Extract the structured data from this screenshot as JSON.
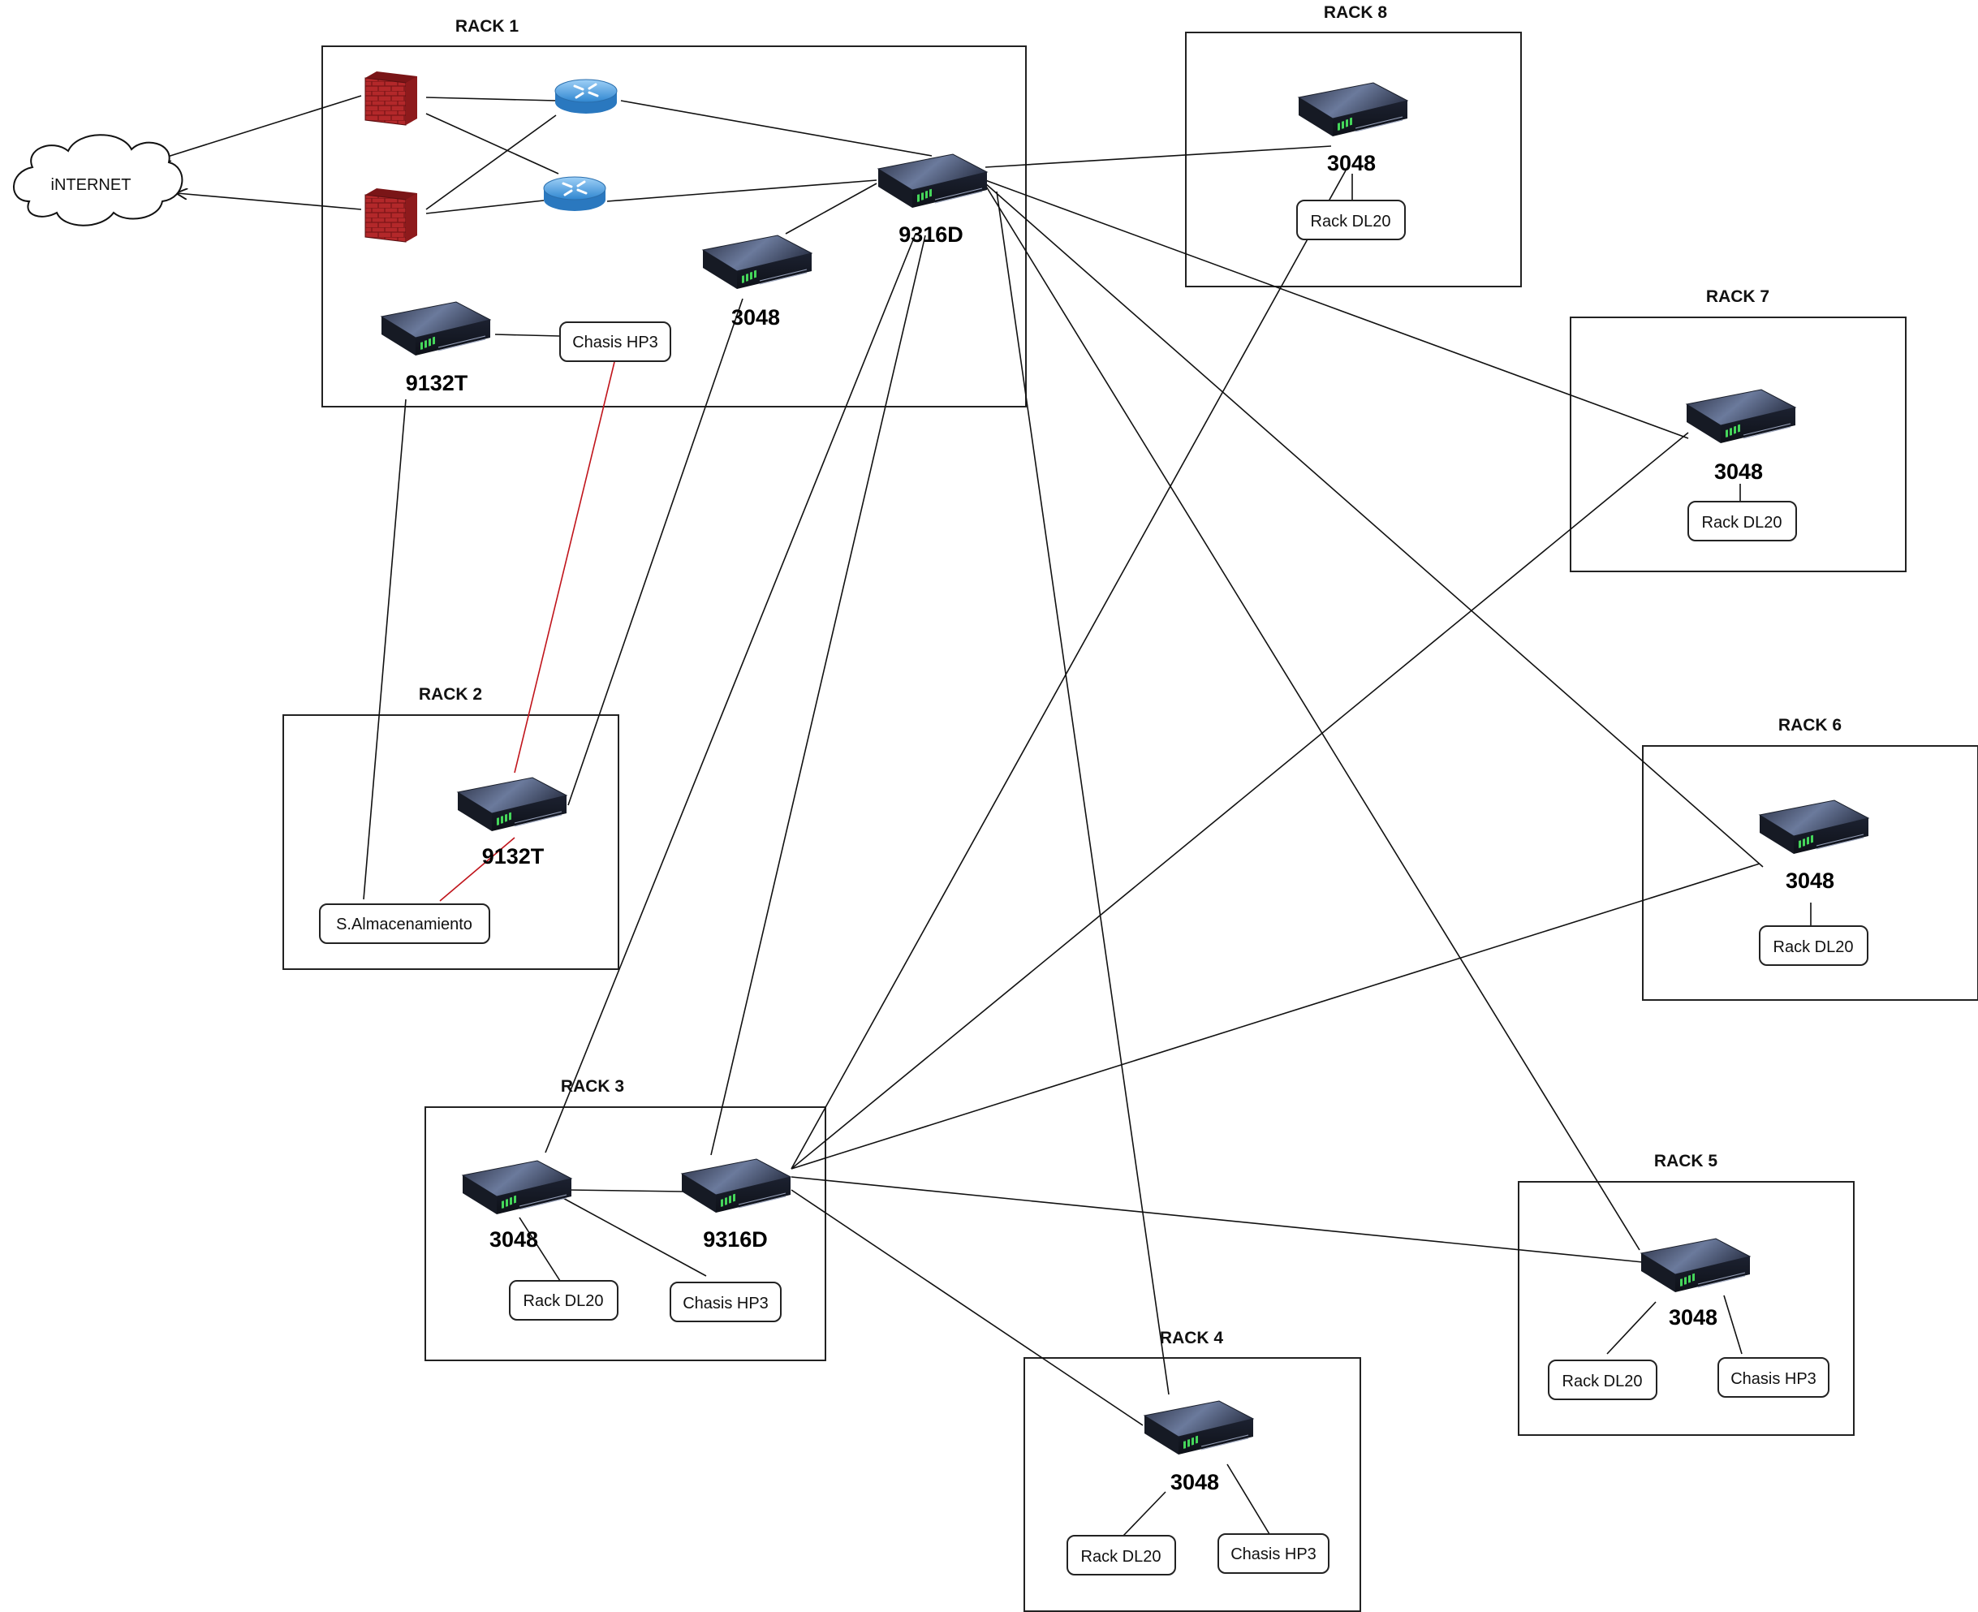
{
  "colors": {
    "link": "#111111",
    "storage_link": "#c0141b",
    "firewall": "#b3282a",
    "router": "#4aa3e6",
    "switch_body": "#3a4560",
    "switch_ports": "#45d65a"
  },
  "internet": {
    "label": "iNTERNET",
    "icon": "cloud-icon"
  },
  "racks": [
    {
      "id": "rack1",
      "title": "RACK 1"
    },
    {
      "id": "rack2",
      "title": "RACK 2"
    },
    {
      "id": "rack3",
      "title": "RACK 3"
    },
    {
      "id": "rack4",
      "title": "RACK 4"
    },
    {
      "id": "rack5",
      "title": "RACK 5"
    },
    {
      "id": "rack6",
      "title": "RACK 6"
    },
    {
      "id": "rack7",
      "title": "RACK 7"
    },
    {
      "id": "rack8",
      "title": "RACK 8"
    }
  ],
  "switches": [
    {
      "id": "r1-9316",
      "label": "9316D",
      "icon": "switch-icon"
    },
    {
      "id": "r1-3048",
      "label": "3048",
      "icon": "switch-icon"
    },
    {
      "id": "r1-9132",
      "label": "9132T",
      "icon": "switch-icon"
    },
    {
      "id": "r2-9132",
      "label": "9132T",
      "icon": "switch-icon"
    },
    {
      "id": "r3-3048",
      "label": "3048",
      "icon": "switch-icon"
    },
    {
      "id": "r3-9316",
      "label": "9316D",
      "icon": "switch-icon"
    },
    {
      "id": "r4-3048",
      "label": "3048",
      "icon": "switch-icon"
    },
    {
      "id": "r5-3048",
      "label": "3048",
      "icon": "switch-icon"
    },
    {
      "id": "r6-3048",
      "label": "3048",
      "icon": "switch-icon"
    },
    {
      "id": "r7-3048",
      "label": "3048",
      "icon": "switch-icon"
    },
    {
      "id": "r8-3048",
      "label": "3048",
      "icon": "switch-icon"
    }
  ],
  "devices": [
    {
      "id": "r1-chasis",
      "label": "Chasis HP3"
    },
    {
      "id": "r2-storage",
      "label": "S.Almacenamiento"
    },
    {
      "id": "r3-rack",
      "label": "Rack DL20"
    },
    {
      "id": "r3-chasis",
      "label": "Chasis HP3"
    },
    {
      "id": "r4-rack",
      "label": "Rack DL20"
    },
    {
      "id": "r4-chasis",
      "label": "Chasis HP3"
    },
    {
      "id": "r5-rack",
      "label": "Rack DL20"
    },
    {
      "id": "r5-chasis",
      "label": "Chasis HP3"
    },
    {
      "id": "r6-rack",
      "label": "Rack DL20"
    },
    {
      "id": "r7-rack",
      "label": "Rack DL20"
    },
    {
      "id": "r8-rack",
      "label": "Rack DL20"
    }
  ],
  "firewalls": [
    {
      "id": "fw1",
      "icon": "firewall-icon"
    },
    {
      "id": "fw2",
      "icon": "firewall-icon"
    }
  ],
  "routers": [
    {
      "id": "rt1",
      "icon": "router-icon"
    },
    {
      "id": "rt2",
      "icon": "router-icon"
    }
  ]
}
